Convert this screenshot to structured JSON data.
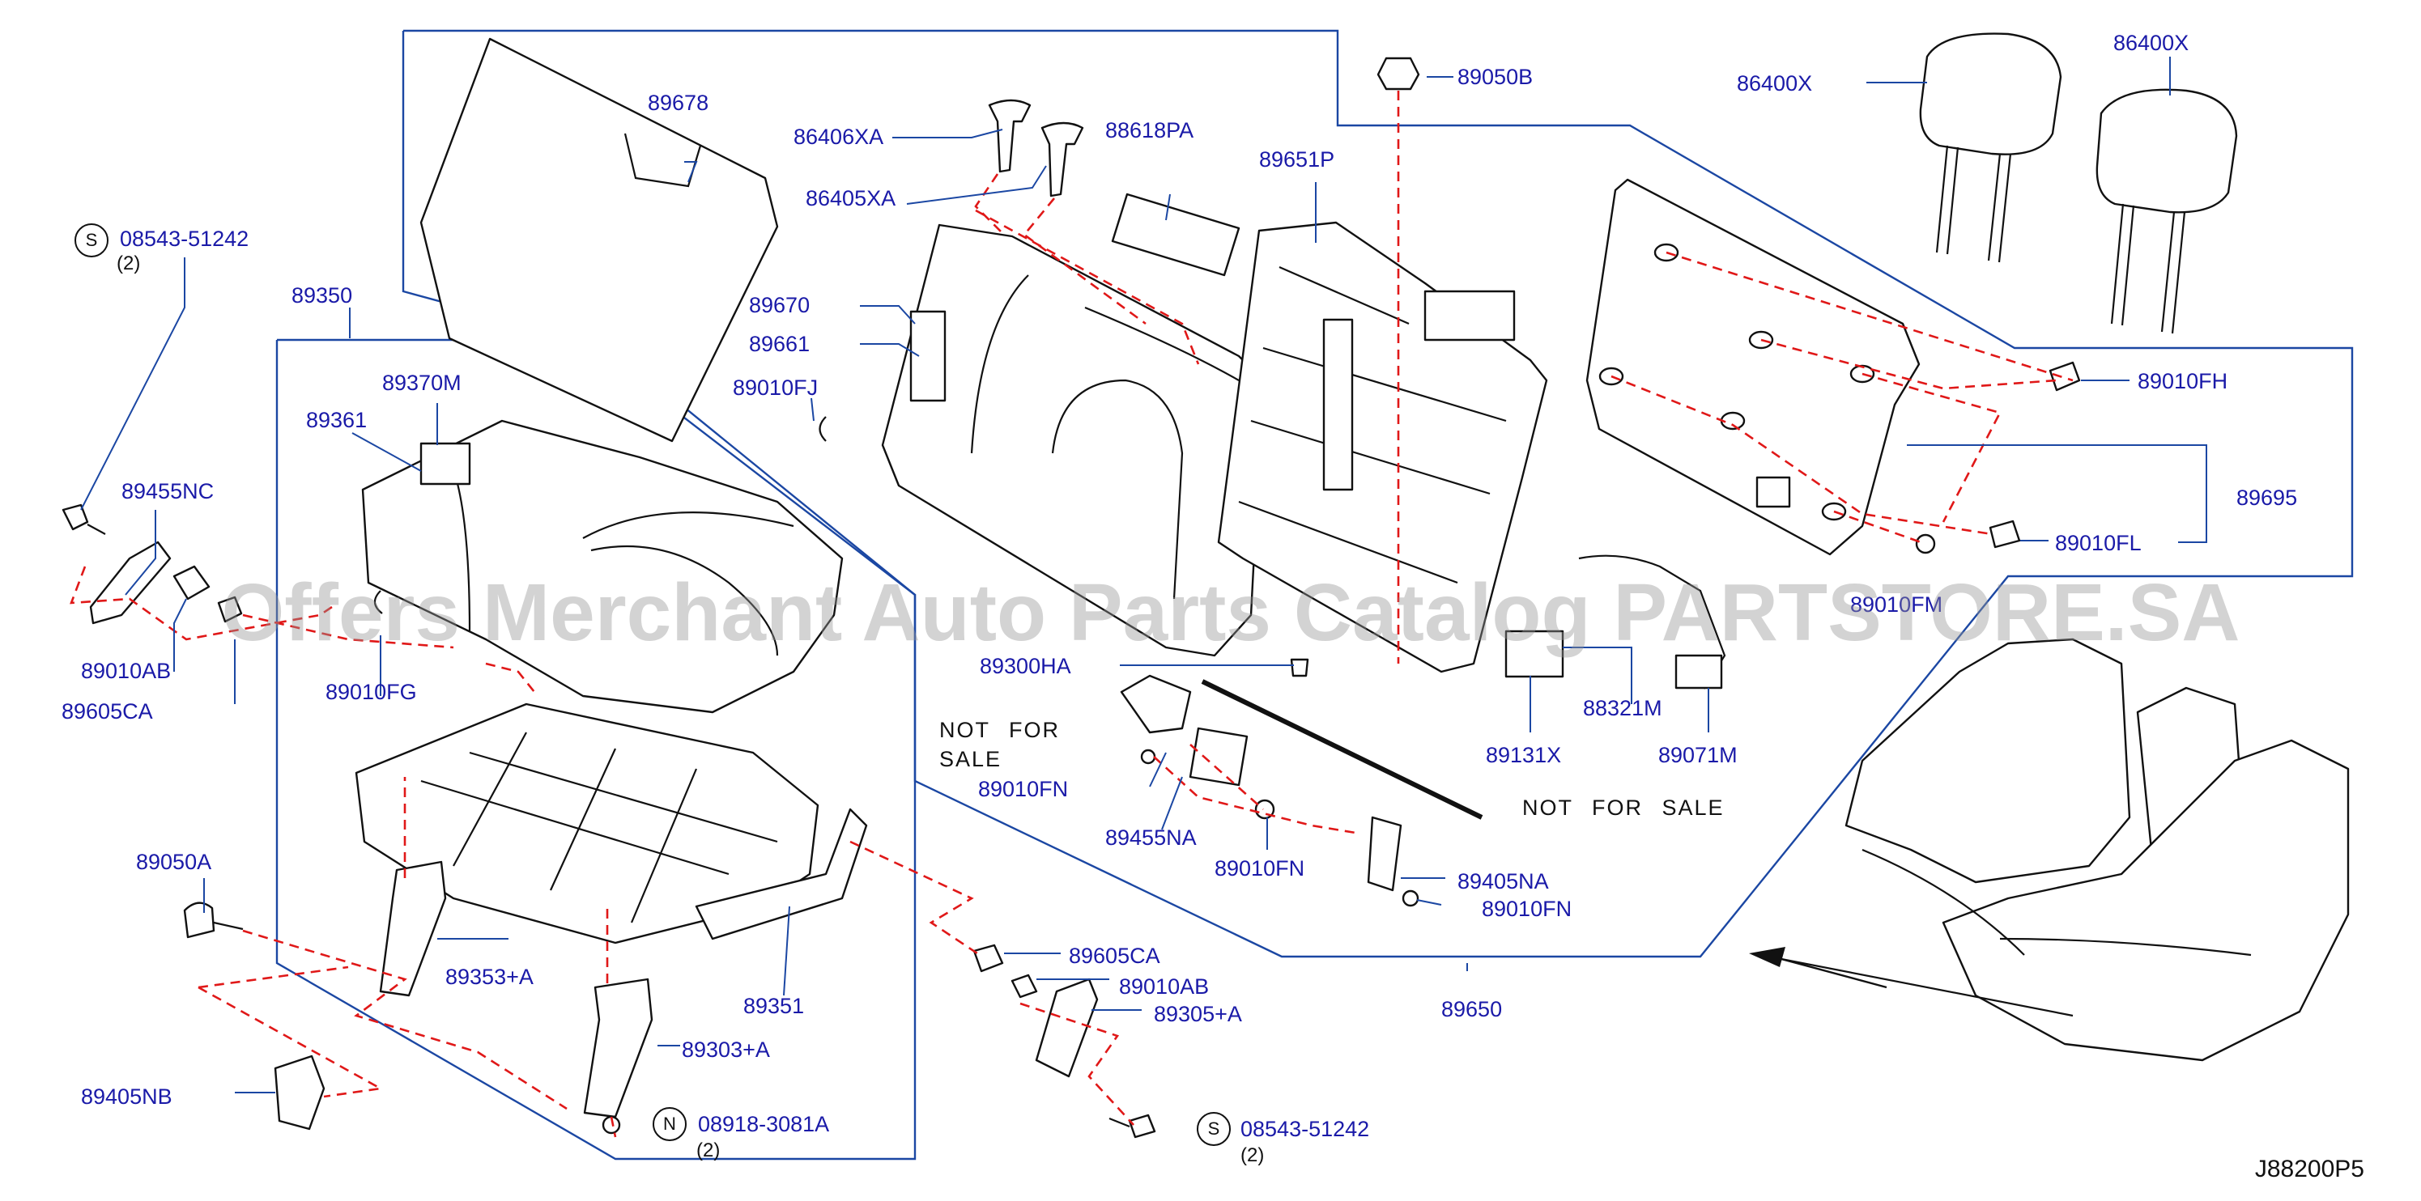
{
  "watermark": "Offers Merchant Auto Parts Catalog PARTSTORE.SA",
  "diagram_code": "J88200P5",
  "labels": {
    "p89678": "89678",
    "p86406XA": "86406XA",
    "p86405XA": "86405XA",
    "p88618PA": "88618PA",
    "p89651P": "89651P",
    "p89050B": "89050B",
    "p86400X_a": "86400X",
    "p86400X_b": "86400X",
    "p08543_top": "08543-51242",
    "p89350": "89350",
    "p89370M": "89370M",
    "p89361": "89361",
    "p89670": "89670",
    "p89661": "89661",
    "p89010FJ": "89010FJ",
    "p89010FH": "89010FH",
    "p89695": "89695",
    "p89010FL": "89010FL",
    "p89010FM": "89010FM",
    "p89455NC": "89455NC",
    "p89010AB_left": "89010AB",
    "p89010FG": "89010FG",
    "p89605CA_left": "89605CA",
    "p89300HA": "89300HA",
    "p88321M": "88321M",
    "p89131X": "89131X",
    "p89071M": "89071M",
    "p89010FN_a": "89010FN",
    "p89455NA": "89455NA",
    "p89010FN_b": "89010FN",
    "p89405NA": "89405NA",
    "p89010FN_c": "89010FN",
    "p89050A": "89050A",
    "p89353A": "89353+A",
    "p89351": "89351",
    "p89605CA_mid": "89605CA",
    "p89010AB_mid": "89010AB",
    "p89305A": "89305+A",
    "p89650": "89650",
    "p89303A": "89303+A",
    "p89405NB": "89405NB",
    "p08918": "08918-3081A",
    "p08543_bot": "08543-51242"
  },
  "circled": {
    "s_top": "S",
    "n": "N",
    "s_bot": "S"
  },
  "qty": {
    "top": "(2)",
    "n": "(2)",
    "bot": "(2)"
  },
  "notes": {
    "nfs1_line1": "NOT FOR",
    "nfs1_line2": "SALE",
    "nfs2": "NOT FOR SALE"
  }
}
